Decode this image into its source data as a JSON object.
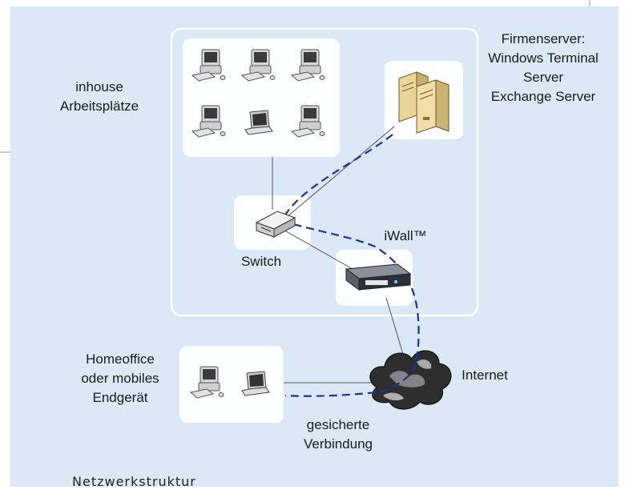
{
  "caption": "Netzwerkstruktur",
  "groups": {
    "inhouse": "inhouse\nArbeitsplätze",
    "server": "Firmenserver:\nWindows Terminal\nServer\nExchange Server",
    "homeoffice": "Homeoffice\noder mobiles\nEndgerät"
  },
  "labels": {
    "switch": "Switch",
    "iwall": "iWall™",
    "internet": "Internet",
    "secure": "gesicherte\nVerbindung"
  },
  "colors": {
    "background": "#dbe9f6",
    "panel": "#ffffff",
    "tunnel": "#1f2fa8",
    "wire": "#555555"
  },
  "icons": [
    "desktop-pc-icon",
    "laptop-icon",
    "server-icon",
    "switch-icon",
    "firewall-icon",
    "cloud-icon"
  ]
}
